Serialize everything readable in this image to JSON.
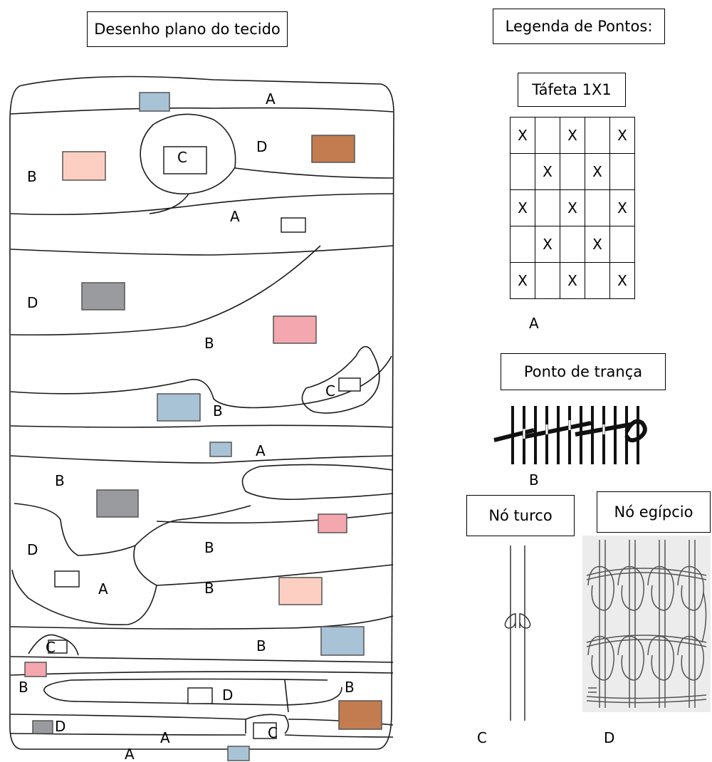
{
  "left_panel": {
    "title": "Desenho plano do tecido"
  },
  "legend": {
    "title": "Legenda de Pontos:",
    "tafeta": {
      "title": "Táfeta 1X1",
      "letter": "A",
      "grid": [
        [
          "X",
          "",
          "X",
          "",
          "X"
        ],
        [
          "",
          "X",
          "",
          "X",
          ""
        ],
        [
          "X",
          "",
          "X",
          "",
          "X"
        ],
        [
          "",
          "X",
          "",
          "X",
          ""
        ],
        [
          "X",
          "",
          "X",
          "",
          "X"
        ]
      ]
    },
    "tranca": {
      "title": "Ponto de trança",
      "letter": "B"
    },
    "no_turco": {
      "title": "Nó turco",
      "letter": "C"
    },
    "no_egipcio": {
      "title": "Nó egípcio",
      "letter": "D"
    }
  },
  "fabric": {
    "region_labels": [
      "A",
      "B",
      "C",
      "D",
      "A",
      "D",
      "B",
      "C",
      "B",
      "A",
      "B",
      "D",
      "B",
      "B",
      "A",
      "C",
      "B",
      "B",
      "D",
      "B",
      "D",
      "C",
      "A",
      "A"
    ],
    "swatch_colors": {
      "blue": "#a9c3d6",
      "peach": "#fdcfc2",
      "brown": "#c27c4f",
      "gray": "#9a9b9e",
      "pink": "#f4a7ae",
      "white": "#ffffff"
    }
  }
}
